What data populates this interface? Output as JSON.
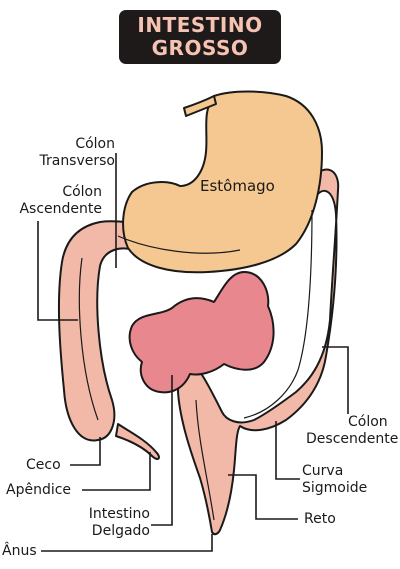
{
  "title": {
    "line1": "INTESTINO",
    "line2": "GROSSO"
  },
  "labels": {
    "colon_transverso": [
      "Cólon",
      "Transverso"
    ],
    "colon_ascendente": [
      "Cólon",
      "Ascendente"
    ],
    "estomago": "Estômago",
    "ceco": "Ceco",
    "apendice": "Apêndice",
    "intestino_delgado": [
      "Intestino",
      "Delgado"
    ],
    "anus": "Ânus",
    "colon_descendente": [
      "Cólon",
      "Descendente"
    ],
    "curva_sigmoide": [
      "Curva",
      "Sigmoide"
    ],
    "reto": "Reto"
  },
  "colors": {
    "stomach": "#f4c890",
    "large_intestine": "#f3b9a8",
    "small_intestine": "#e9878e",
    "title_bg": "#1e1a1a",
    "title_text": "#f6c3b3"
  }
}
